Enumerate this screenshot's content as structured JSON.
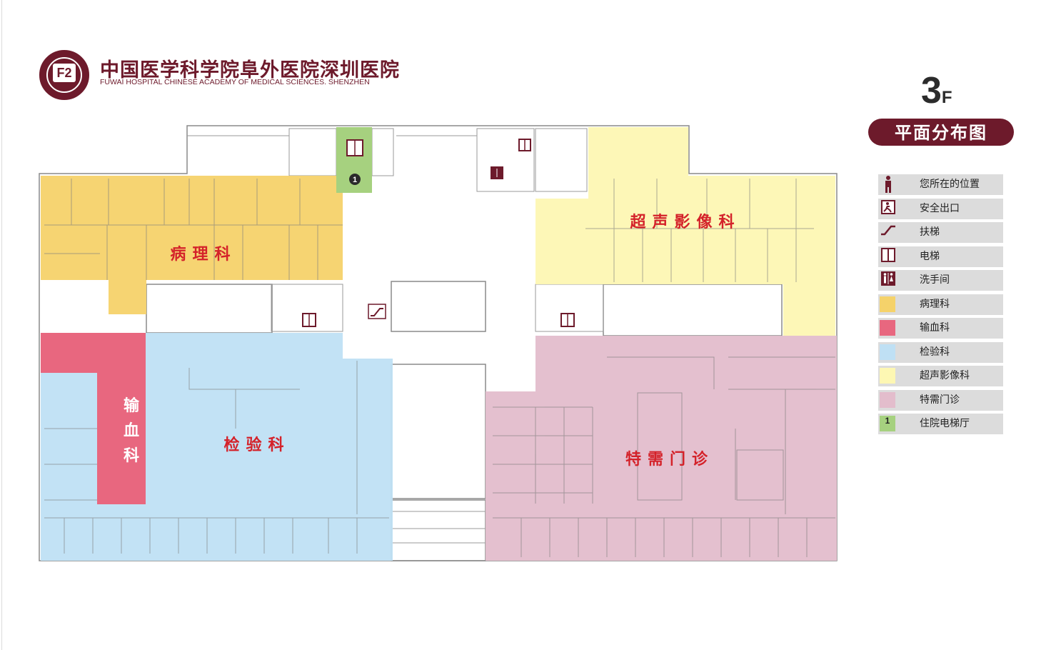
{
  "header": {
    "hospital_name_cn": "中国医学科学院阜外医院深圳医院",
    "hospital_name_en": "FUWAI HOSPITAL CHINESE ACADEMY OF MEDICAL SCIENCES. SHENZHEN",
    "logo_mark": "F2"
  },
  "floor": {
    "number": "3",
    "suffix": "F"
  },
  "plan_title": "平面分布图",
  "departments": [
    {
      "name": "病理科",
      "color": "#f5d26a"
    },
    {
      "name": "输血科",
      "color": "#e8677f"
    },
    {
      "name": "检验科",
      "color": "#bfe0f4"
    },
    {
      "name": "超声影像科",
      "color": "#fdf7b3"
    },
    {
      "name": "特需门诊",
      "color": "#e3bdcc"
    }
  ],
  "transfusion_label_chars": [
    "输",
    "血",
    "科"
  ],
  "elevator_hall_number": "1",
  "legend": [
    {
      "label": "您所在的位置",
      "icon": "person-icon"
    },
    {
      "label": "安全出口",
      "icon": "exit-icon"
    },
    {
      "label": "扶梯",
      "icon": "escalator-icon"
    },
    {
      "label": "电梯",
      "icon": "elevator-icon"
    },
    {
      "label": "洗手间",
      "icon": "restroom-icon"
    },
    {
      "label": "病理科",
      "color": "#f5d26a"
    },
    {
      "label": "输血科",
      "color": "#e8677f"
    },
    {
      "label": "检验科",
      "color": "#bfe0f4"
    },
    {
      "label": "超声影像科",
      "color": "#fdf7b3"
    },
    {
      "label": "特需门诊",
      "color": "#e3bdcc"
    },
    {
      "label": "住院电梯厅",
      "color": "#a6d17f",
      "number": "1"
    }
  ],
  "accent_color": "#6d1a2b"
}
